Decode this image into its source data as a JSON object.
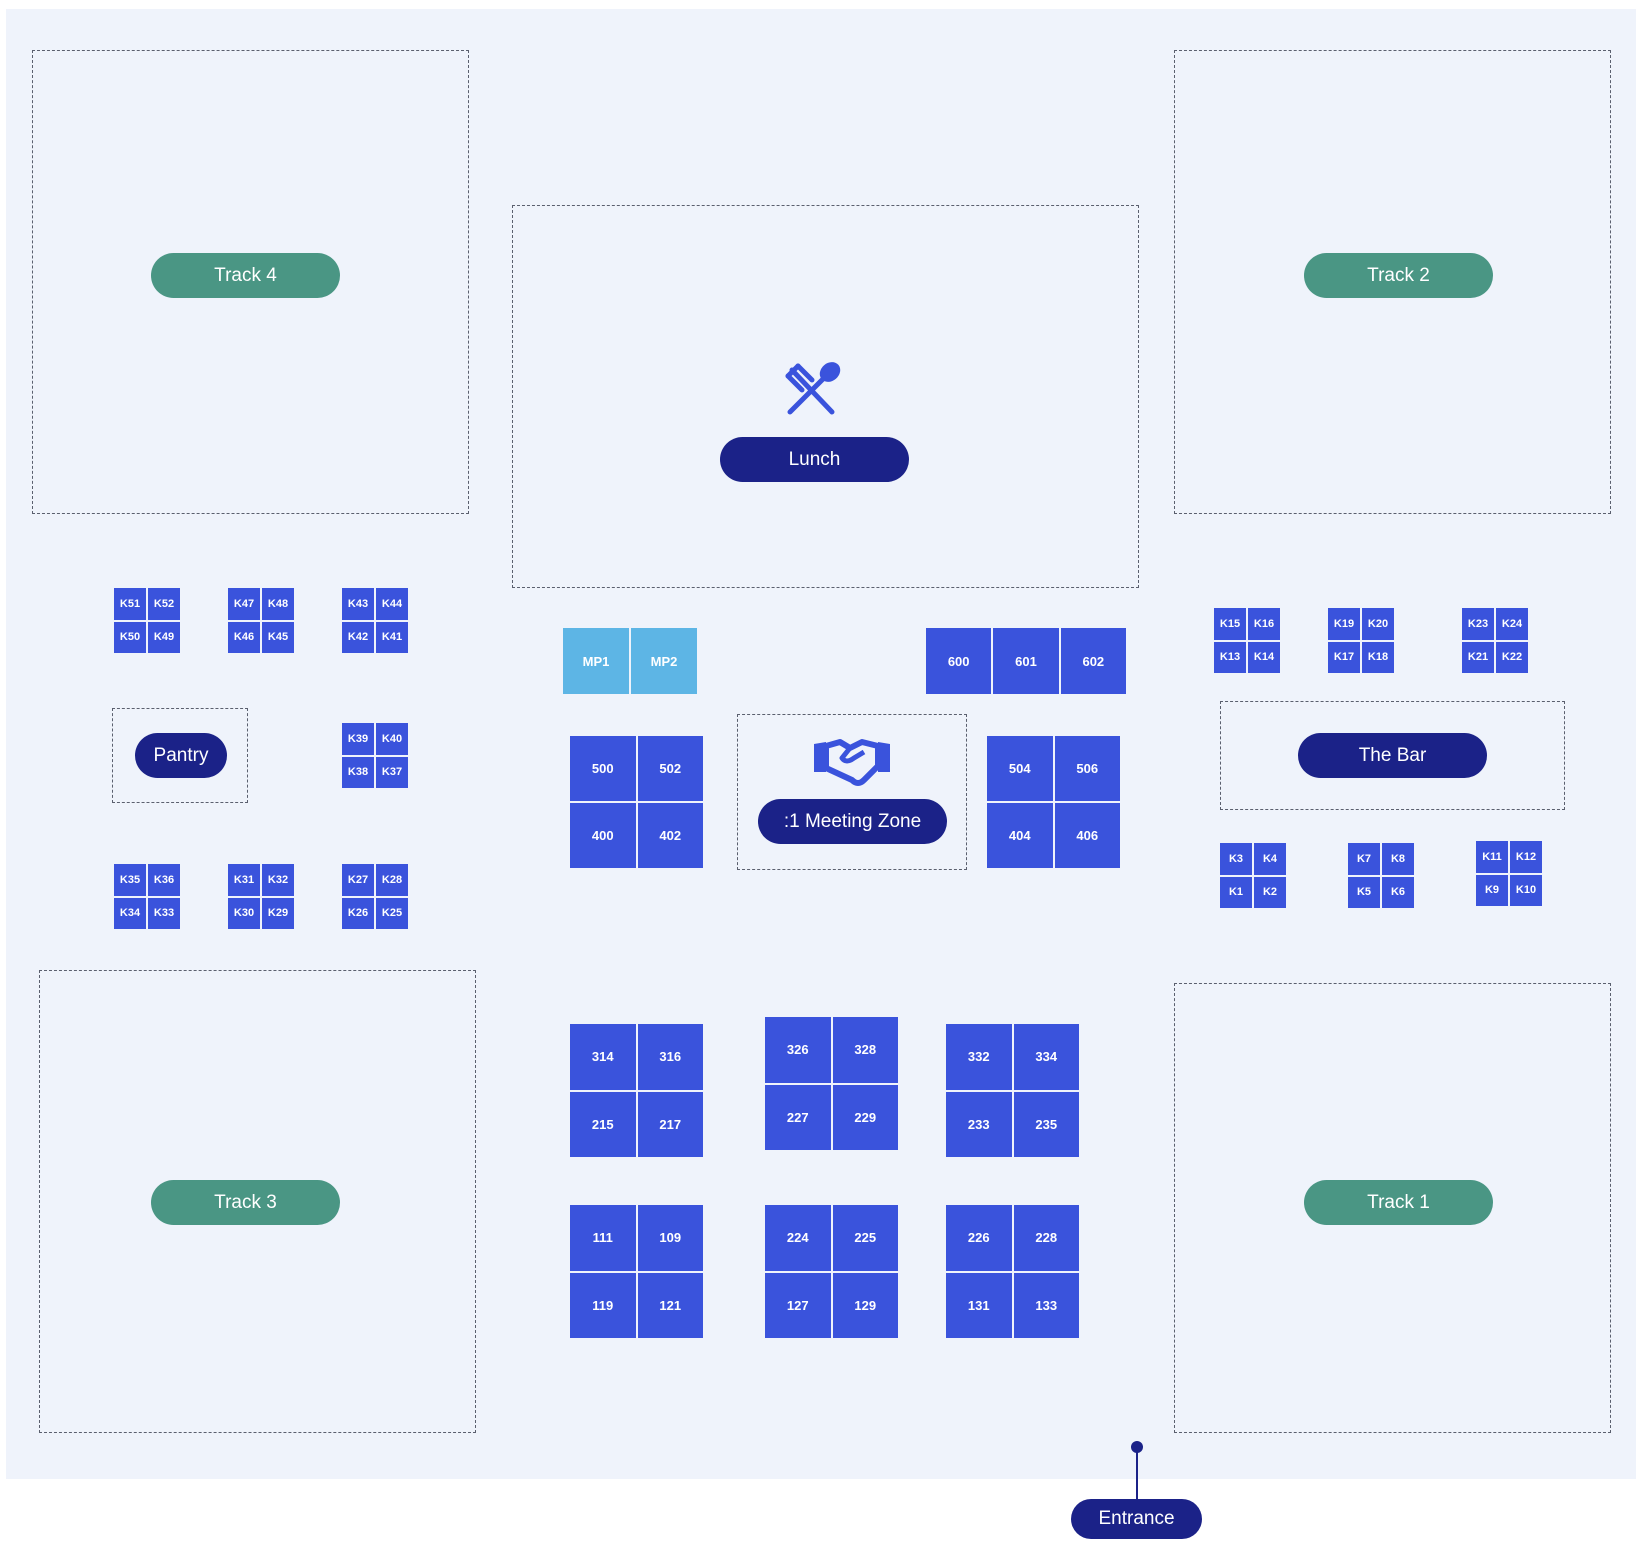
{
  "colors": {
    "floor": "#eff3fb",
    "booth": "#3a53dc",
    "booth_light": "#5db5e5",
    "teal_pill": "#4a9684",
    "navy_pill": "#1b2288"
  },
  "zones": {
    "track4": "Track 4",
    "track2": "Track 2",
    "track3": "Track 3",
    "track1": "Track 1",
    "lunch": "Lunch",
    "pantry": "Pantry",
    "bar": "The Bar",
    "meeting": ":1 Meeting Zone",
    "entrance": "Entrance"
  },
  "icons": {
    "lunch": "fork-spoon-icon",
    "meeting": "handshake-icon"
  },
  "booths": {
    "k51": [
      "K51",
      "K52",
      "K50",
      "K49"
    ],
    "k47": [
      "K47",
      "K48",
      "K46",
      "K45"
    ],
    "k43": [
      "K43",
      "K44",
      "K42",
      "K41"
    ],
    "k39": [
      "K39",
      "K40",
      "K38",
      "K37"
    ],
    "k35": [
      "K35",
      "K36",
      "K34",
      "K33"
    ],
    "k31": [
      "K31",
      "K32",
      "K30",
      "K29"
    ],
    "k27": [
      "K27",
      "K28",
      "K26",
      "K25"
    ],
    "k15": [
      "K15",
      "K16",
      "K13",
      "K14"
    ],
    "k19": [
      "K19",
      "K20",
      "K17",
      "K18"
    ],
    "k23": [
      "K23",
      "K24",
      "K21",
      "K22"
    ],
    "k3": [
      "K3",
      "K4",
      "K1",
      "K2"
    ],
    "k7": [
      "K7",
      "K8",
      "K5",
      "K6"
    ],
    "k11": [
      "K11",
      "K12",
      "K9",
      "K10"
    ],
    "mp": [
      "MP1",
      "MP2"
    ],
    "b600": [
      "600",
      "601",
      "602"
    ],
    "b500": [
      "500",
      "502",
      "400",
      "402"
    ],
    "b504": [
      "504",
      "506",
      "404",
      "406"
    ],
    "b314": [
      "314",
      "316",
      "215",
      "217"
    ],
    "b326": [
      "326",
      "328",
      "227",
      "229"
    ],
    "b332": [
      "332",
      "334",
      "233",
      "235"
    ],
    "b111": [
      "111",
      "109",
      "119",
      "121"
    ],
    "b224": [
      "224",
      "225",
      "127",
      "129"
    ],
    "b226": [
      "226",
      "228",
      "131",
      "133"
    ]
  }
}
